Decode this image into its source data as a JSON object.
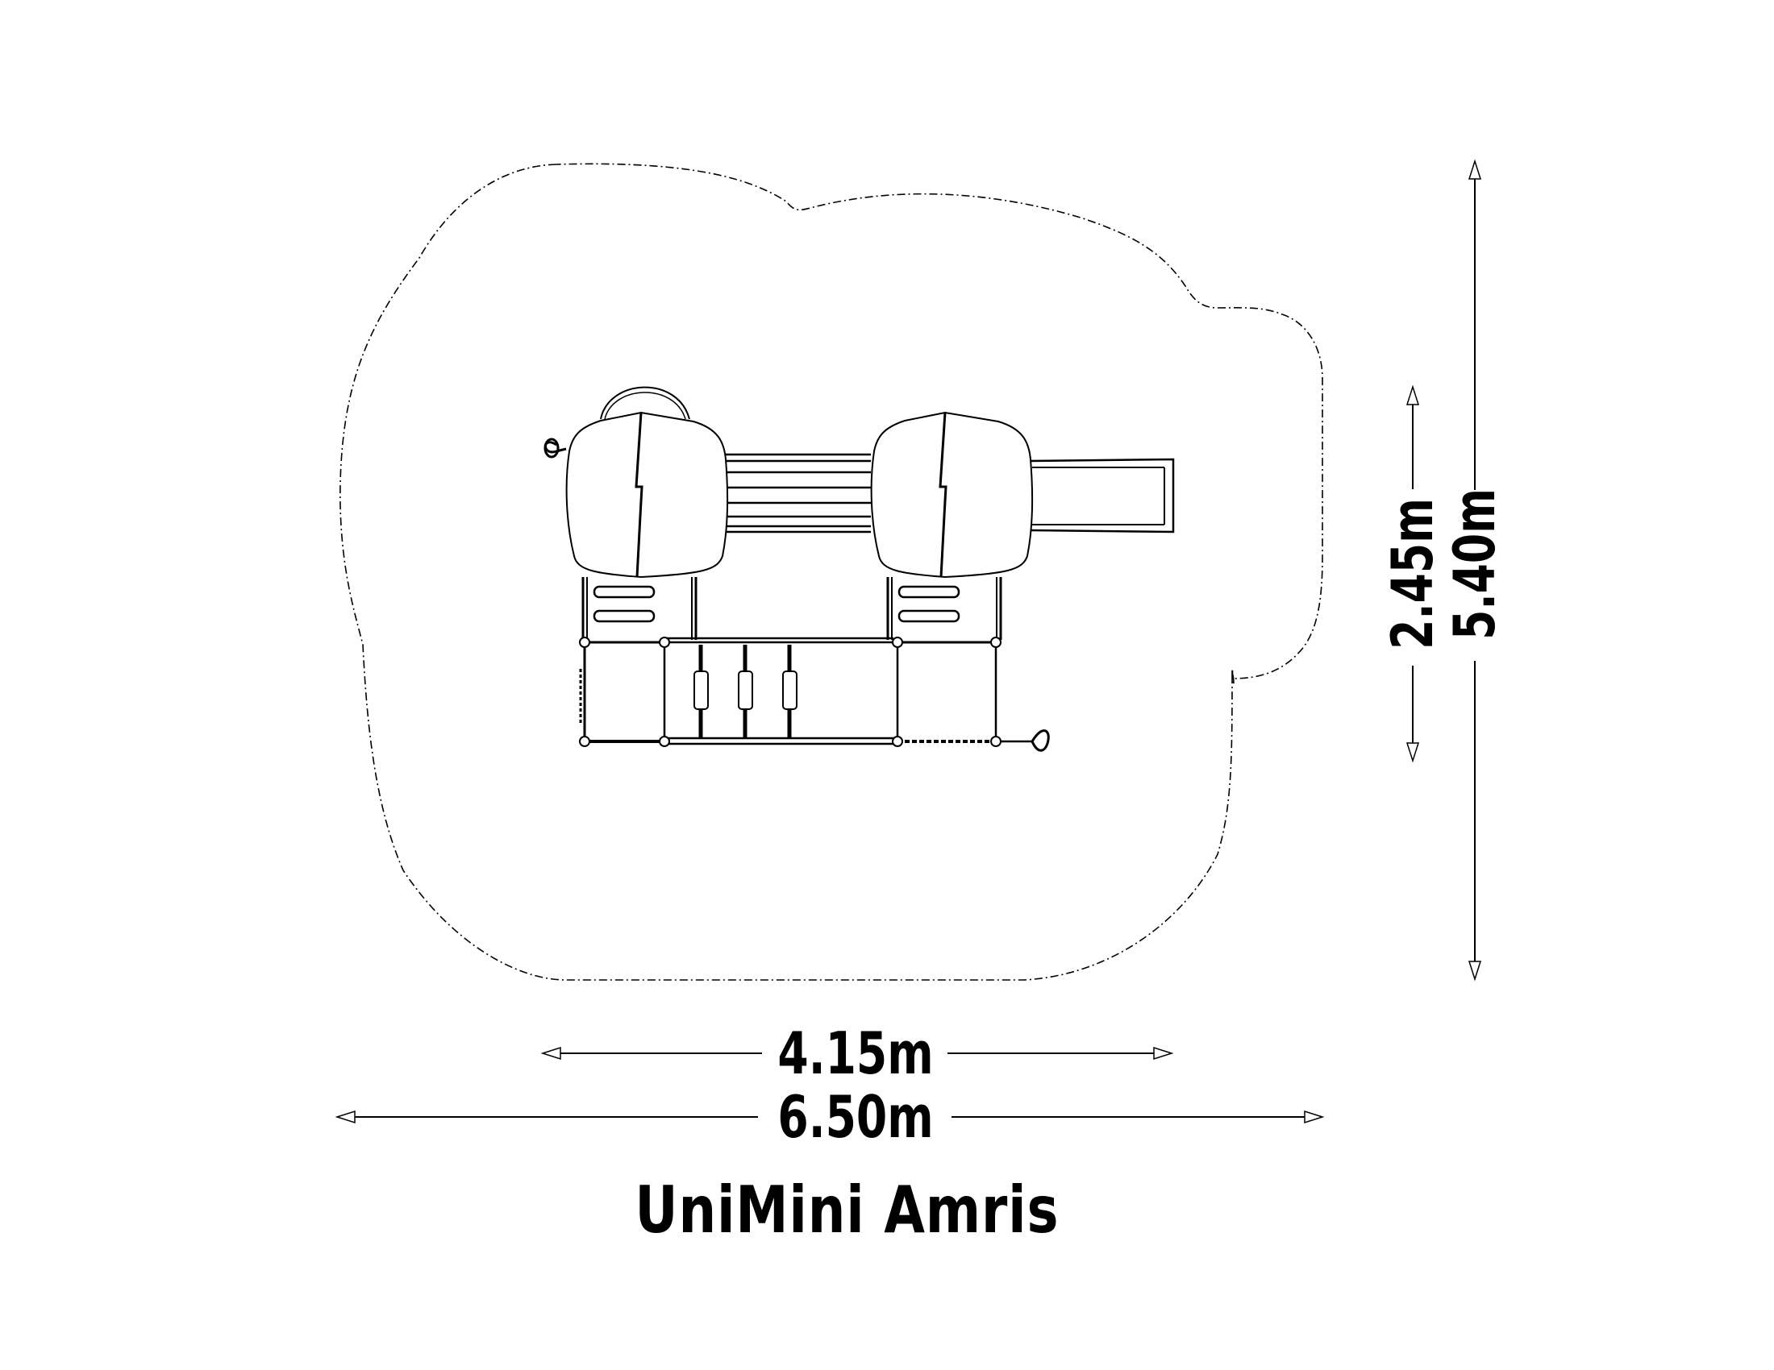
{
  "title": "UniMini Amris",
  "dimensions": {
    "inner_width": "4.15m",
    "outer_width": "6.50m",
    "inner_depth": "2.45m",
    "outer_depth": "5.40m"
  },
  "colors": {
    "line": "#000000",
    "background": "#ffffff"
  }
}
